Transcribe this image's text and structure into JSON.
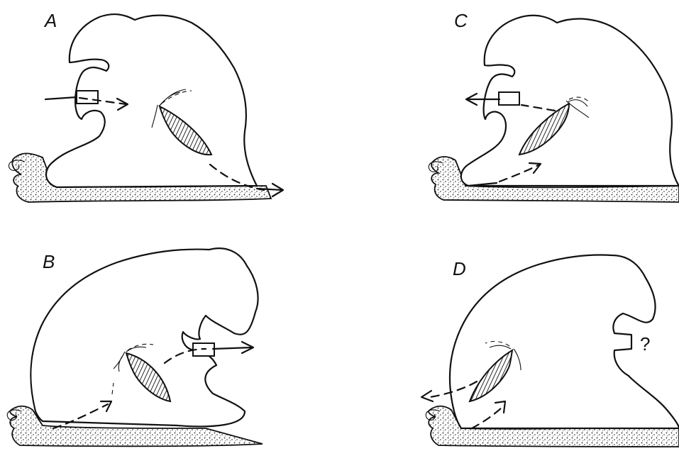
{
  "panels": [
    {
      "label": "A"
    },
    {
      "label": "B"
    },
    {
      "label": "C"
    },
    {
      "label": "D",
      "note": "?"
    }
  ]
}
